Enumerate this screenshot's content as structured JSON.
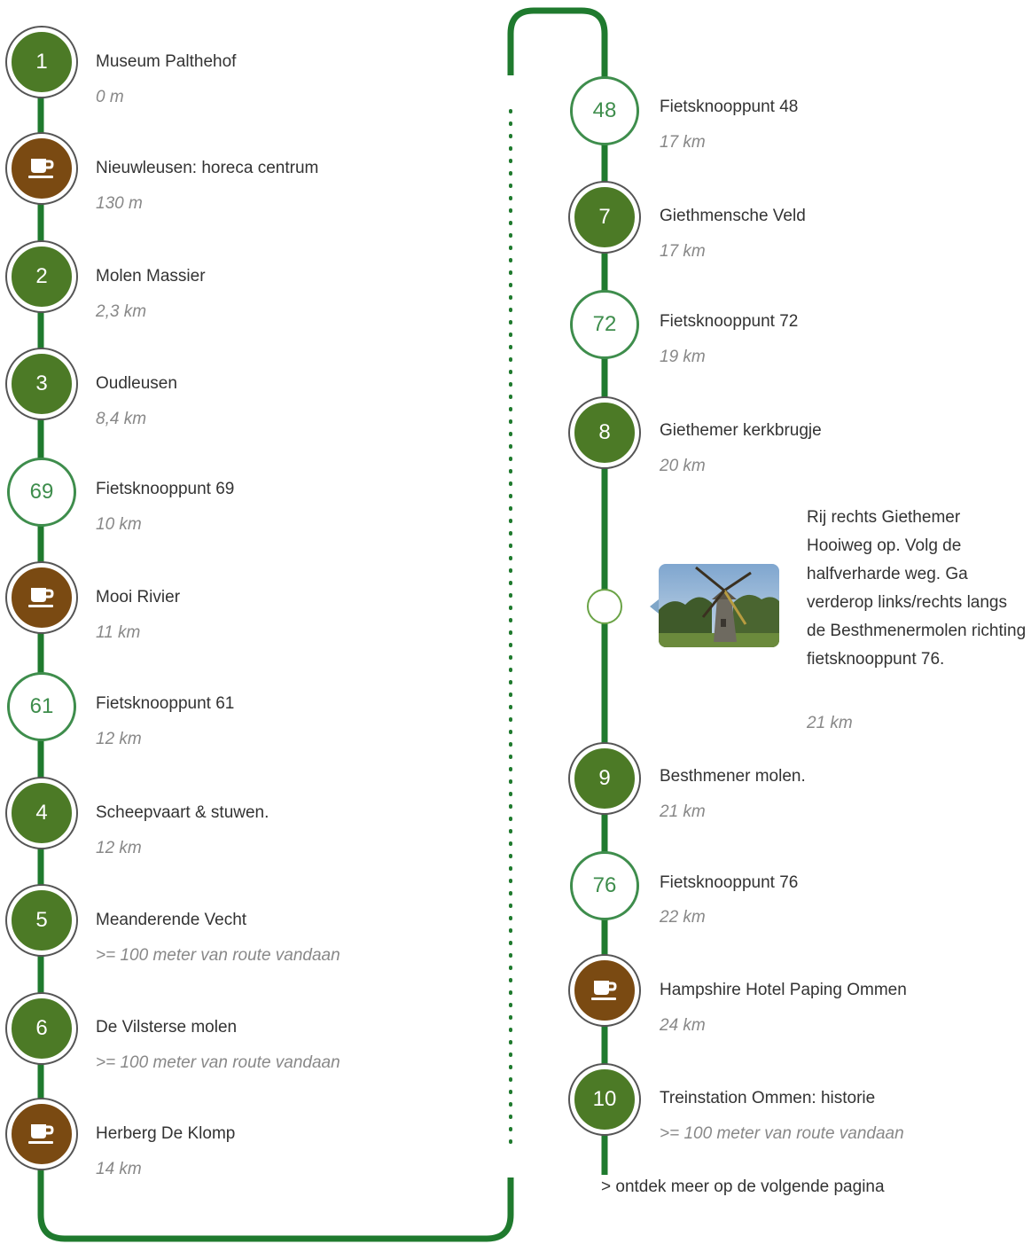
{
  "stops": [
    {
      "type": "poi",
      "label": "1",
      "name": "Museum Palthehof",
      "dist": "0 m"
    },
    {
      "type": "cafe",
      "icon": "coffee-cup-icon",
      "name": "Nieuwleusen: horeca centrum",
      "dist": "130 m"
    },
    {
      "type": "poi",
      "label": "2",
      "name": "Molen Massier",
      "dist": "2,3 km"
    },
    {
      "type": "poi",
      "label": "3",
      "name": "Oudleusen",
      "dist": "8,4 km"
    },
    {
      "type": "knoop",
      "label": "69",
      "name": "Fietsknooppunt 69",
      "dist": "10 km"
    },
    {
      "type": "cafe",
      "icon": "coffee-cup-icon",
      "name": "Mooi Rivier",
      "dist": "11 km"
    },
    {
      "type": "knoop",
      "label": "61",
      "name": "Fietsknooppunt 61",
      "dist": "12 km"
    },
    {
      "type": "poi",
      "label": "4",
      "name": "Scheepvaart & stuwen.",
      "dist": "12 km"
    },
    {
      "type": "poi",
      "label": "5",
      "name": "Meanderende Vecht",
      "dist": ">= 100 meter van route vandaan"
    },
    {
      "type": "poi",
      "label": "6",
      "name": "De Vilsterse molen",
      "dist": ">= 100 meter van route vandaan"
    },
    {
      "type": "cafe",
      "icon": "coffee-cup-icon",
      "name": "Herberg De Klomp",
      "dist": "14 km"
    },
    {
      "type": "knoop",
      "label": "48",
      "name": "Fietsknooppunt 48",
      "dist": "17 km"
    },
    {
      "type": "poi",
      "label": "7",
      "name": "Giethmensche Veld",
      "dist": "17 km"
    },
    {
      "type": "knoop",
      "label": "72",
      "name": "Fietsknooppunt 72",
      "dist": "19 km"
    },
    {
      "type": "poi",
      "label": "8",
      "name": "Giethemer kerkbrugje",
      "dist": "20 km"
    },
    {
      "type": "poi",
      "label": "9",
      "name": "Besthmener molen.",
      "dist": "21 km"
    },
    {
      "type": "knoop",
      "label": "76",
      "name": "Fietsknooppunt 76",
      "dist": "22 km"
    },
    {
      "type": "cafe",
      "icon": "coffee-cup-icon",
      "name": "Hampshire Hotel Paping Ommen",
      "dist": "24 km"
    },
    {
      "type": "poi",
      "label": "10",
      "name": "Treinstation Ommen: historie",
      "dist": ">= 100 meter van route vandaan"
    }
  ],
  "note": {
    "text": "Rij rechts Giethemer Hooiweg op. Volg de halfverharde weg. Ga verderop links/rechts langs de Besthmenermolen richting fietsknooppunt 76.",
    "dist": "21 km",
    "photo_icon": "windmill-photo"
  },
  "next_page": "> ontdek meer op de volgende pagina",
  "colors": {
    "route": "#1f7a2e",
    "poi": "#4c7a26",
    "knoop": "#3e8d4c",
    "cafe": "#7a4a12"
  }
}
